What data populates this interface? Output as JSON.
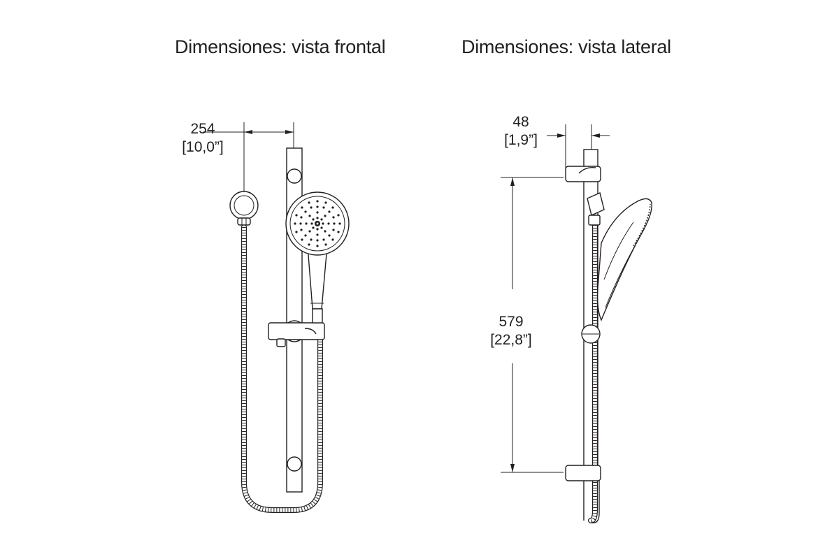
{
  "titles": {
    "front": "Dimensiones: vista frontal",
    "side": "Dimensiones: vista lateral"
  },
  "dimensions": {
    "front_width": {
      "mm": "254",
      "in": "[10,0”]"
    },
    "side_depth": {
      "mm": "48",
      "in": "[1,9”]"
    },
    "side_height": {
      "mm": "579",
      "in": "[22,8”]"
    }
  }
}
